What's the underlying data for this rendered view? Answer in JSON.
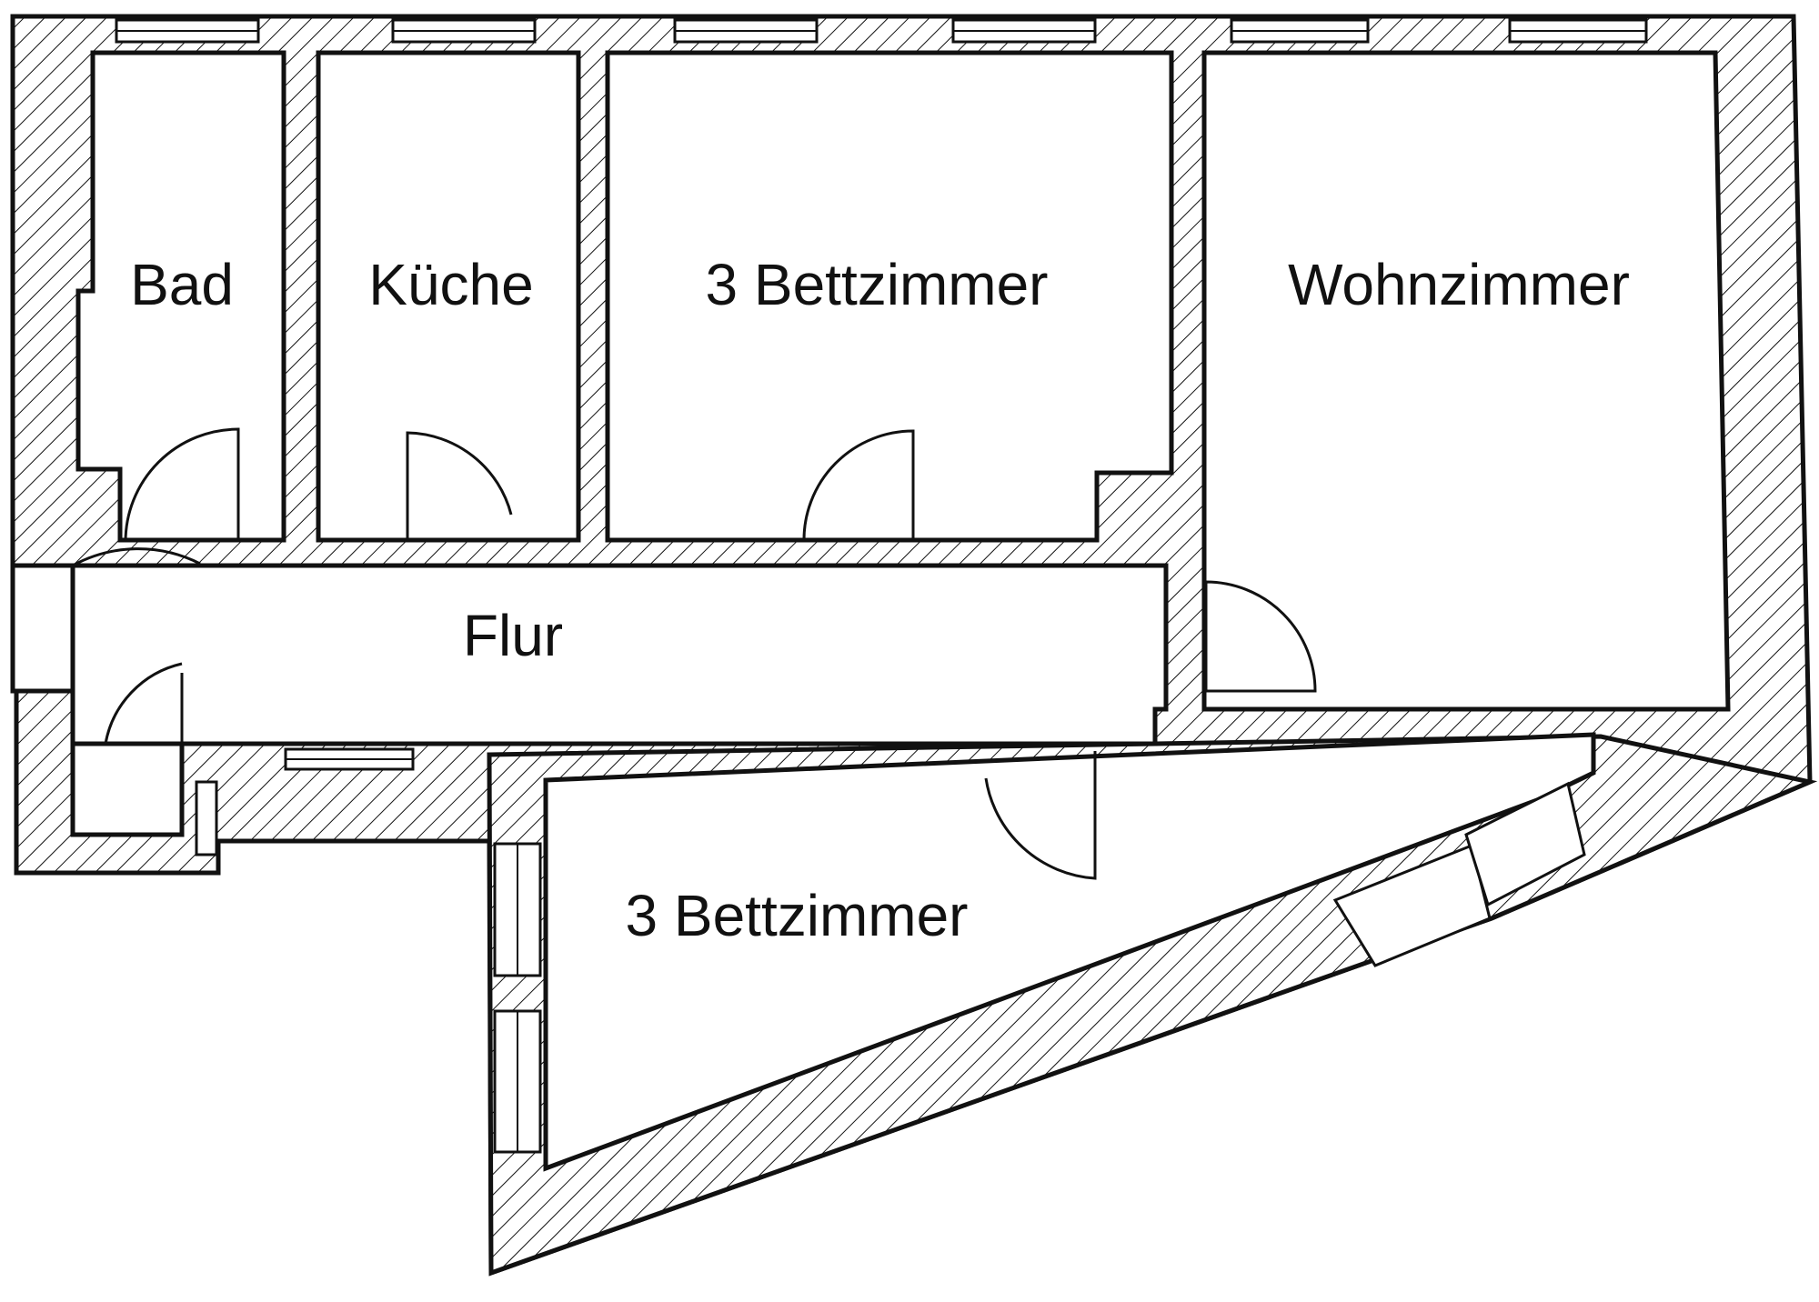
{
  "floorplan": {
    "rooms": {
      "bad": "Bad",
      "kueche": "Küche",
      "bettzimmer_top": "3 Bettzimmer",
      "wohnzimmer": "Wohnzimmer",
      "flur": "Flur",
      "bettzimmer_bottom": "3 Bettzimmer"
    }
  },
  "colors": {
    "line": "#111111",
    "background": "#ffffff"
  }
}
